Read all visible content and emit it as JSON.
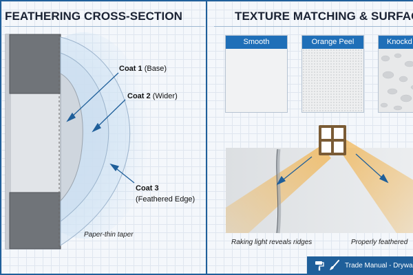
{
  "left_panel": {
    "title": "FEATHERING CROSS-SECTION",
    "coats": [
      {
        "name": "Coat 1",
        "detail": "(Base)"
      },
      {
        "name": "Coat 2",
        "detail": "(Wider)"
      },
      {
        "name": "Coat 3",
        "detail": "(Feathered Edge)"
      }
    ],
    "taper_note": "Paper-thin taper"
  },
  "right_panel": {
    "title": "TEXTURE MATCHING & SURFACE VI",
    "textures": [
      "Smooth",
      "Orange Peel",
      "Knockd"
    ],
    "captions": [
      "Raking light reveals ridges",
      "Properly feathered"
    ]
  },
  "footer": {
    "text": "Trade Manual - Drywall"
  },
  "colors": {
    "accent": "#1f6fb8",
    "border": "#1f5f9a",
    "light": "#f2b24a"
  },
  "icons": [
    "paint-roller-icon",
    "paint-brush-icon",
    "window-icon"
  ]
}
